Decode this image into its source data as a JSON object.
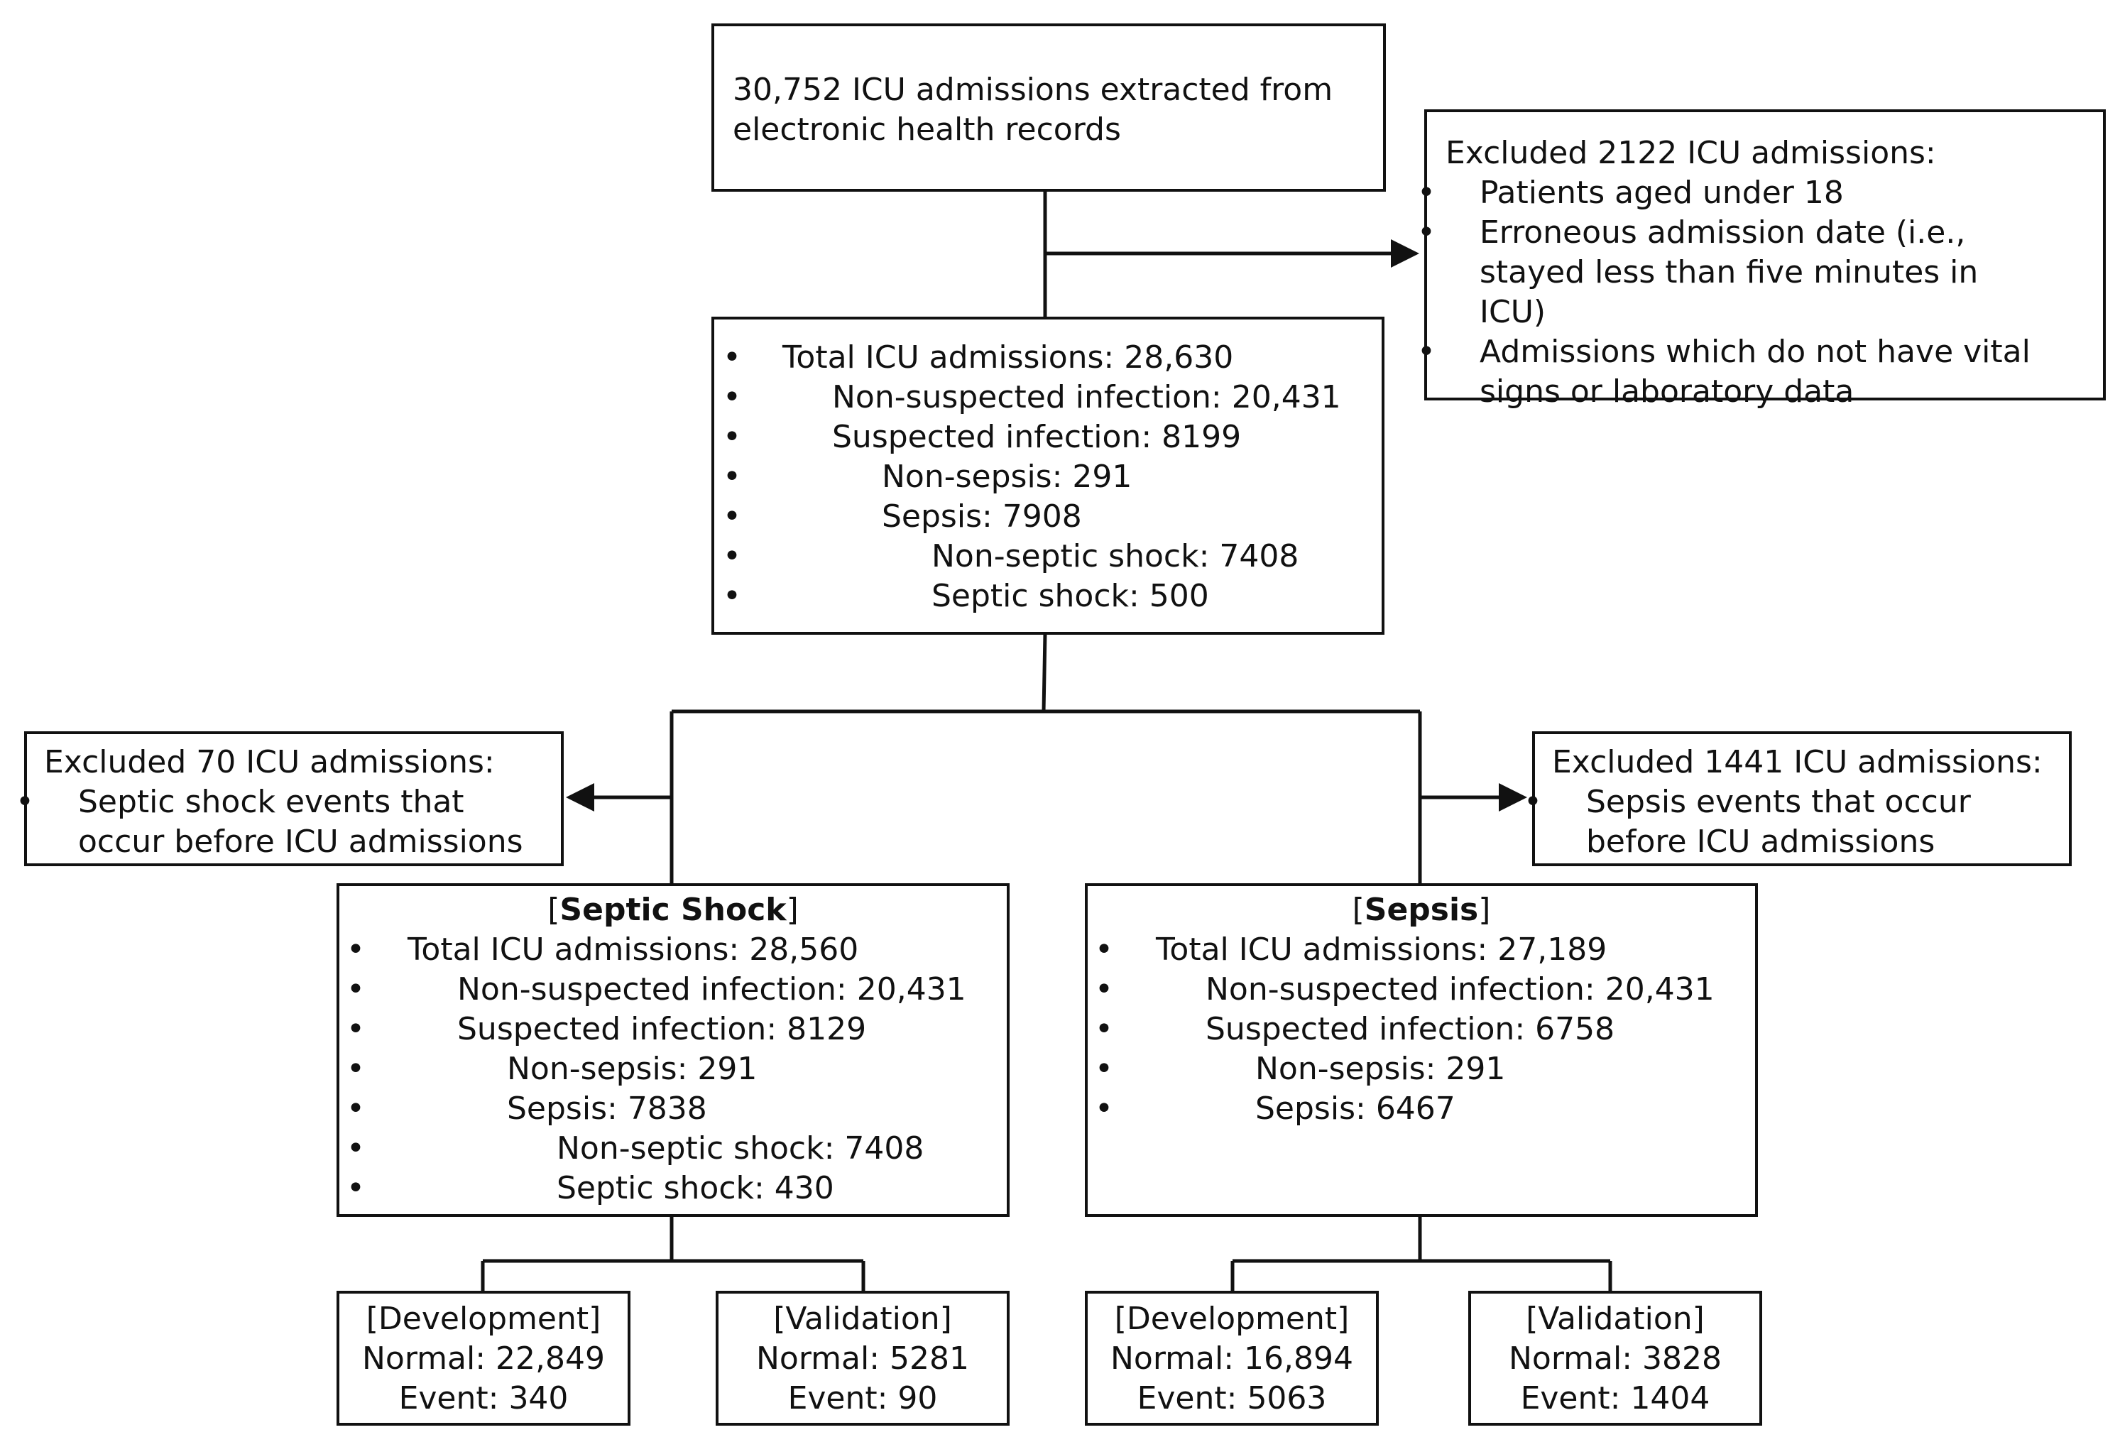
{
  "top_box": {
    "text": "30,752 ICU admissions extracted from electronic health records"
  },
  "exclusion_top": {
    "title": "Excluded 2122 ICU admissions:",
    "items": [
      "Patients aged under 18",
      "Erroneous admission date (i.e., stayed less than five minutes in ICU)",
      "Admissions which do not have vital signs or laboratory data"
    ]
  },
  "middle_box": {
    "items": [
      "Total ICU admissions: 28,630",
      "Non-suspected infection: 20,431",
      "Suspected infection: 8199",
      "Non-sepsis: 291",
      "Sepsis: 7908",
      "Non-septic shock: 7408",
      "Septic shock: 500"
    ]
  },
  "exclusion_left": {
    "title": "Excluded 70 ICU admissions:",
    "items": [
      "Septic shock events that occur before ICU admissions"
    ]
  },
  "exclusion_right": {
    "title": "Excluded 1441 ICU admissions:",
    "items": [
      "Sepsis events that occur before ICU admissions"
    ]
  },
  "septic_shock_box": {
    "bracket_open": "[",
    "title": "Septic Shock",
    "bracket_close": "]",
    "items": [
      "Total ICU admissions: 28,560",
      "Non-suspected infection: 20,431",
      "Suspected infection: 8129",
      "Non-sepsis: 291",
      "Sepsis: 7838",
      "Non-septic shock: 7408",
      "Septic shock: 430"
    ]
  },
  "sepsis_box": {
    "bracket_open": "[",
    "title": "Sepsis",
    "bracket_close": "]",
    "items": [
      "Total ICU admissions: 27,189",
      "Non-suspected infection: 20,431",
      "Suspected infection: 6758",
      "Non-sepsis: 291",
      "Sepsis: 6467"
    ]
  },
  "splits": [
    {
      "label": "[Development]",
      "normal": "Normal: 22,849",
      "event": "Event: 340"
    },
    {
      "label": "[Validation]",
      "normal": "Normal: 5281",
      "event": "Event: 90"
    },
    {
      "label": "[Development]",
      "normal": "Normal: 16,894",
      "event": "Event: 5063"
    },
    {
      "label": "[Validation]",
      "normal": "Normal: 3828",
      "event": "Event: 1404"
    }
  ]
}
